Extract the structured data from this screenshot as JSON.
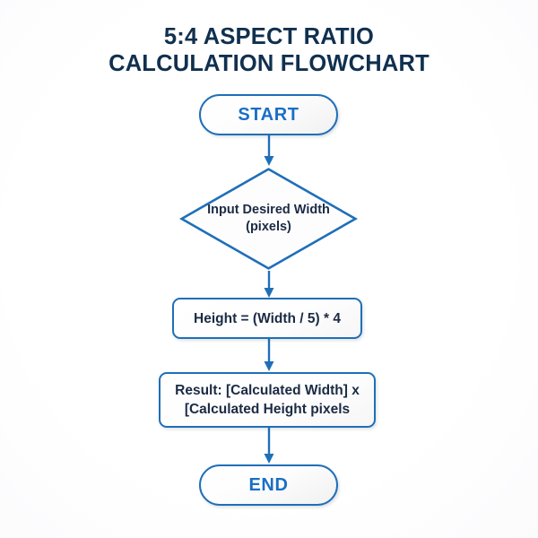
{
  "page": {
    "background_color": "#ffffff",
    "accent_color": "#1f6fb8",
    "terminal_text_color": "#1a6fc4",
    "body_text_color": "#1b2b44",
    "title_color": "#10304f"
  },
  "title": {
    "line1": "5:4 ASPECT RATIO",
    "line2": "CALCULATION FLOWCHART"
  },
  "nodes": {
    "start": {
      "label": "START",
      "shape": "terminator"
    },
    "input": {
      "label": "Input Desired Width\n(pixels)",
      "shape": "diamond"
    },
    "process": {
      "label": "Height = (Width / 5) * 4",
      "shape": "process"
    },
    "result": {
      "label": "Result: [Calculated Width] x\n[Calculated Height pixels",
      "shape": "process"
    },
    "end": {
      "label": "END",
      "shape": "terminator"
    }
  },
  "connectors": [
    {
      "from": "start",
      "to": "input",
      "label": ""
    },
    {
      "from": "input",
      "to": "process",
      "label": ""
    },
    {
      "from": "process",
      "to": "result",
      "label": ""
    },
    {
      "from": "result",
      "to": "end",
      "label": ""
    }
  ]
}
